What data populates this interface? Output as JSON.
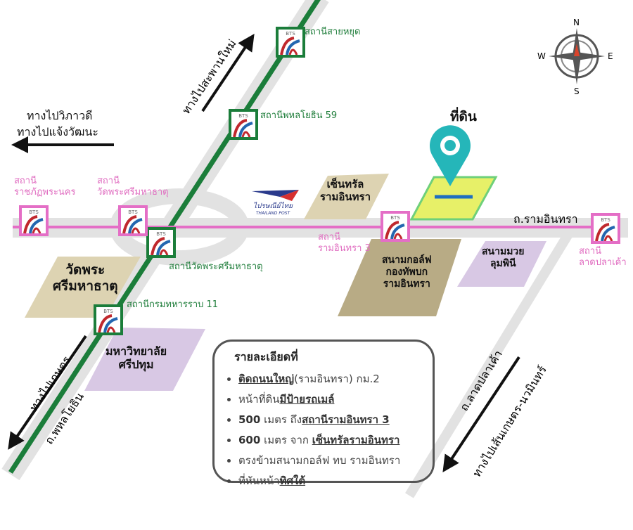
{
  "colors": {
    "bts_green": "#1b7d3a",
    "bts_pink": "#e46ec6",
    "road": "#e2e2e2",
    "tan": "#ddd3b2",
    "purple": "#d8c8e4",
    "land": "#e7f068",
    "pin": "#25b6b9"
  },
  "directions": {
    "saphan_mai": "ทางไปสะพานใหม่",
    "vibhavadi": "ทางไปวิภาวดี",
    "chaengwattana": "ทางไปแจ้งวัฒนะ",
    "kaset": "ทางไปเกษตร",
    "kaset_nawamin": "ทางไปเส้นเกษตร-นวมินทร์"
  },
  "roads": {
    "ramindra": "ถ.รามอินทรา",
    "phahonyothin": "ถ.พหลโยธิน",
    "lat_pla_khao": "ถ.ลาดปลาเค้า"
  },
  "stations": {
    "sai_yud": "สถานีสายหยุด",
    "phahon59": "สถานีพหลโยธิน 59",
    "wat_phra_sri_green": "สถานีวัดพระศรีมหาธาตุ",
    "royal_thai_army": "สถานีกรมทหารราบ 11",
    "rajabhat_1": "สถานี",
    "rajabhat_2": "ราชภัฏพระนคร",
    "wat_pink_1": "สถานี",
    "wat_pink_2": "วัดพระศรีมหาธาตุ",
    "ramindra3_1": "สถานี",
    "ramindra3_2": "รามอินทรา 3",
    "lat_pla_khao_1": "สถานี",
    "lat_pla_khao_2": "ลาดปลาเค้า"
  },
  "places": {
    "land": "ที่ดิน",
    "central_1": "เซ็นทรัล",
    "central_2": "รามอินทรา",
    "golf_1": "สนามกอล์ฟ",
    "golf_2": "กองทัพบก",
    "golf_3": "รามอินทรา",
    "lumpini_1": "สนามมวย",
    "lumpini_2": "ลุมพินี",
    "wat_1": "วัดพระ",
    "wat_2": "ศรีมหาธาตุ",
    "sripatum_1": "มหาวิทยาลัย",
    "sripatum_2": "ศรีปทุม",
    "post_1": "ไปรษณีย์ไทย",
    "post_2": "THAILAND POST"
  },
  "compass": {
    "n": "N",
    "s": "S",
    "e": "E",
    "w": "W"
  },
  "bts_logo": "BTS",
  "info": {
    "title": "รายละเอียดที่",
    "l1a": "ติดถนนใหญ่",
    "l1b": "(รามอินทรา) กม.2",
    "l2a": "หน้าที่ดิน",
    "l2b": "มีป้ายรถเมล์",
    "l3a": "500",
    "l3b": " เมตร ถึง",
    "l3c": "สถานีรามอินทรา 3",
    "l4a": "600",
    "l4b": " เมตร จาก ",
    "l4c": "เซ็นทรัลรามอินทรา",
    "l5": "ตรงข้ามสนามกอล์ฟ ทบ รามอินทรา",
    "l6a": "ที่หันหน้า",
    "l6b": "ทิศใต้"
  }
}
